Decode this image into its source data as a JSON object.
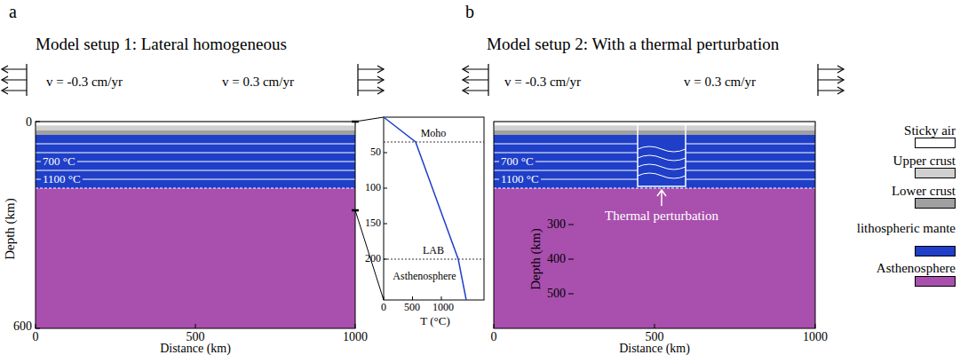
{
  "diagram": {
    "labels": [
      "a",
      "Model setup 1: Lateral homogeneous",
      "v = -0.3 cm/yr",
      "v = 0.3 cm/yr",
      "0",
      "600",
      "Depth (km)",
      "700 °C",
      "1100 °C",
      "0",
      "500",
      "1000",
      "Distance (km)",
      "50",
      "100",
      "150",
      "200",
      "Moho",
      "LAB",
      "Asthenosphere",
      "0",
      "500",
      "1000",
      "T (°C)",
      "b",
      "Model setup 2: With a thermal perturbation",
      "v = -0.3 cm/yr",
      "v = 0.3 cm/yr",
      "700 °C",
      "1100 °C",
      "Thermal perturbation",
      "300",
      "400",
      "500",
      "Depth (km)",
      "0",
      "500",
      "1000",
      "Distance (km)"
    ],
    "legend": [
      {
        "text": "Sticky air",
        "color": "#ffffff"
      },
      {
        "text": "Upper crust",
        "color": "#d0d0d0"
      },
      {
        "text": "Lower crust",
        "color": "#a0a0a0"
      },
      {
        "text": "lithospheric mante",
        "color": "#1f3fc8"
      },
      {
        "text": "Asthenosphere",
        "color": "#a94fae"
      }
    ]
  }
}
